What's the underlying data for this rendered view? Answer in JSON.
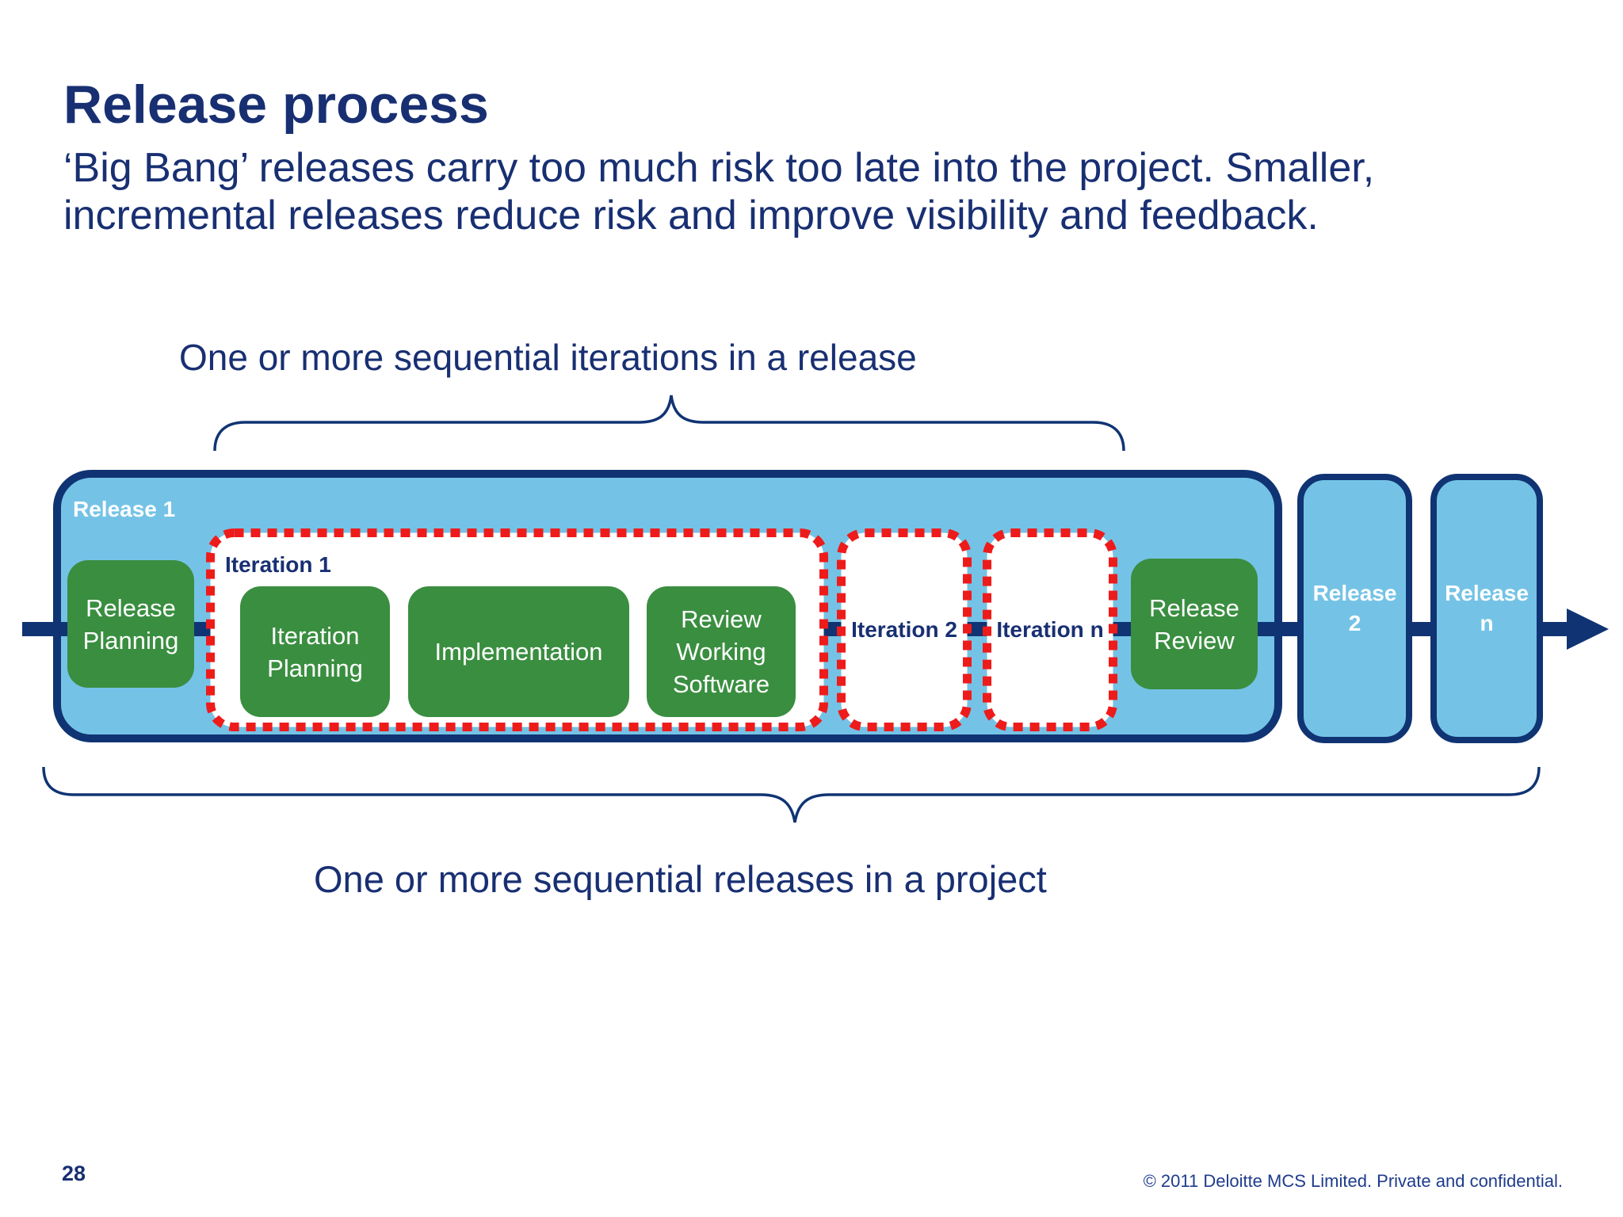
{
  "slide": {
    "title": "Release process",
    "subtitle": "‘Big Bang’ releases carry too much risk too late into the project. Smaller,\nincremental releases reduce risk and improve visibility and feedback.",
    "page_number": "28",
    "copyright": "© 2011 Deloitte MCS Limited. Private and confidential."
  },
  "annotations": {
    "top_brace_label": "One or more sequential iterations in a release",
    "bottom_brace_label": "One or more sequential releases in a project"
  },
  "diagram": {
    "flow_direction": "left-to-right",
    "release1": {
      "label": "Release 1",
      "release_planning": "Release\nPlanning",
      "iteration1": {
        "label": "Iteration 1",
        "iteration_planning": "Iteration\nPlanning",
        "implementation": "Implementation",
        "review_working_software": "Review\nWorking\nSoftware"
      },
      "iteration2": "Iteration\n2",
      "iteration_n": "Iteration\nn",
      "release_review": "Release\nReview"
    },
    "release2": "Release\n2",
    "release_n": "Release\nn"
  },
  "colors": {
    "shape_navy": "#103473",
    "text_navy": "#182F72",
    "light_blue": "#74C3E6",
    "green": "#3A8E40",
    "dotted_red": "#EE1B1B",
    "footer_blue": "#1E3C8C",
    "white": "#FFFFFF"
  }
}
